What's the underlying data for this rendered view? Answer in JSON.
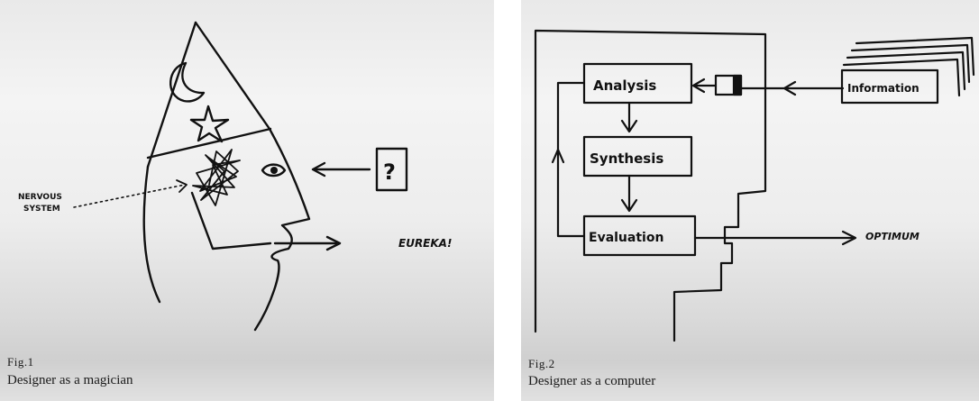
{
  "figure1": {
    "fig_label": "Fig.1",
    "caption": "Designer as a magician",
    "nervous_label_line1": "NERVOUS",
    "nervous_label_line2": "SYSTEM",
    "question_mark": "?",
    "eureka": "EUREKA!"
  },
  "figure2": {
    "fig_label": "Fig.2",
    "caption": "Designer as a computer",
    "box_analysis": "Analysis",
    "box_synthesis": "Synthesis",
    "box_evaluation": "Evaluation",
    "box_information": "Information",
    "optimum": "OPTIMUM"
  },
  "colors": {
    "ink": "#111111",
    "paper": "#ececec"
  }
}
